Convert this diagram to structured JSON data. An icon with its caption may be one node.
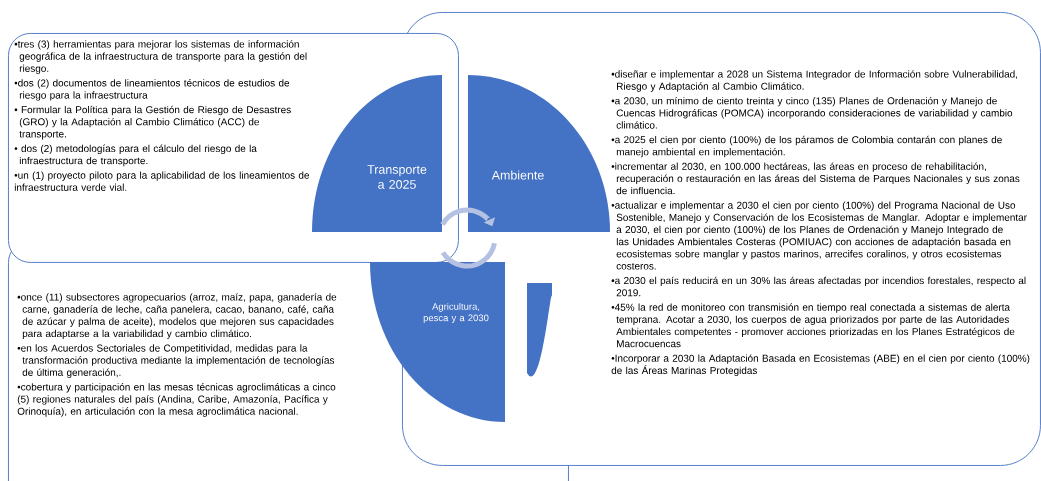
{
  "diagram": {
    "nodes": [
      {
        "text": [
          "•tres (3) herramientas para mejorar los sistemas de información geográfica de la infraestructura de transporte para la gestión del riesgo.",
          "•dos (2) documentos de lineamientos técnicos de estudios de riesgo para la infraestructura",
          "• Formular la Política para la Gestión de Riesgo de Desastres (GRO) y la Adaptación al Cambio Climático (ACC) de transporte.",
          "• dos (2) metodologías para el cálculo del riesgo de la infraestructura de transporte.",
          "•un (1) proyecto piloto para la aplicabilidad de los lineamientos de infraestructura verde vial."
        ]
      },
      {
        "text": [
          "Transporte a 2025"
        ],
        "in": 0
      },
      {
        "text": [
          "•diseñar e implementar a 2028 un Sistema Integrador de Información sobre Vulnerabilidad, Riesgo y Adaptación al Cambio Climático.",
          "•a 2030, un mínimo de ciento treinta y cinco (135) Planes de Ordenación y Manejo de Cuencas Hidrográficas (POMCA) incorporando consideraciones de variabilidad y cambio climático.",
          "•a 2025 el cien por ciento (100%) de los páramos de Colombia contarán con planes de manejo ambiental en implementación.",
          "•incrementar al 2030, en 100.000 hectáreas, las áreas en proceso de rehabilitación, recuperación o restauración en las áreas del Sistema de Parques Nacionales y sus zonas de influencia.",
          "•actualizar e implementar a 2030 el cien por ciento (100%) del Programa Nacional de Uso Sostenible, Manejo y Conservación de los Ecosistemas de Manglar. Adoptar e implementar a 2030, el cien por ciento (100%) de los Planes de Ordenación y Manejo Integrado de las Unidades Ambientales Costeras (POMIUAC) con acciones de adaptación basada en ecosistemas sobre manglar y pastos marinos, arrecifes coralinos, y otros ecosistemas costeros.",
          "•a 2030 el país reducirá en un 30% las áreas afectadas por incendios forestales, respecto al 2019.",
          "•45% la red de monitoreo con transmisión en tiempo real conectada a sistemas de alerta temprana. Acotar a 2030, los cuerpos de agua priorizados por parte de las Autoridades Ambientales competentes - promover acciones priorizadas en los Planes Estratégicos de Macrocuencas",
          "•Incorporar a 2030 la Adaptación Basada en Ecosistemas (ABE) en el cien por ciento (100%) de las Áreas Marinas Protegidas"
        ]
      },
      {
        "text": [
          "Ambiente"
        ],
        "in": 2
      },
      {
        "text": [
          "•once (11) subsectores agropecuarios (arroz, maíz, papa, ganadería de carne, ganadería de leche, caña panelera, cacao, banano, café, caña de azúcar y palma de aceite), modelos que mejoren sus capacidades para adaptarse a la variabilidad y cambio climático.",
          "•en los Acuerdos Sectoriales de Competitividad, medidas para la transformación productiva mediante la implementación de tecnologías de última generación,.",
          "•cobertura y participación en las mesas técnicas agroclimáticas a cinco (5) regiones naturales del país (Andina, Caribe, Amazonía, Pacífica y Orinoquía), en articulación con la mesa agroclimática nacional."
        ]
      },
      {
        "text": [
          "Agricultura, pesca y a 2030"
        ],
        "in": 4
      }
    ]
  }
}
